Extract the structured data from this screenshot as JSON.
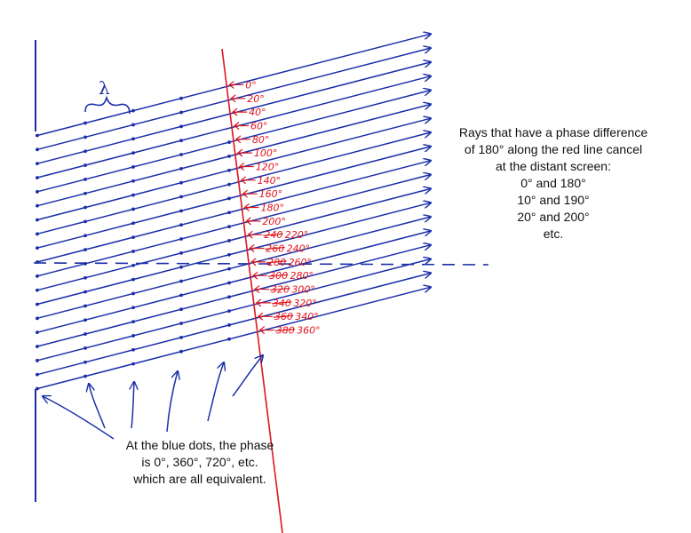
{
  "colors": {
    "rays": "#1a2fa8",
    "red_line": "#e0141c",
    "text": "#111111"
  },
  "wavelength_label": "λ",
  "phase_labels": [
    {
      "value": "0°"
    },
    {
      "value": "20°"
    },
    {
      "value": "40°"
    },
    {
      "value": "60°"
    },
    {
      "value": "80°"
    },
    {
      "value": "100°"
    },
    {
      "value": "120°"
    },
    {
      "value": "140°"
    },
    {
      "value": "160°"
    },
    {
      "value": "180°"
    },
    {
      "value": "200°"
    },
    {
      "struck": "240",
      "value": "220°"
    },
    {
      "struck": "260",
      "value": "240°"
    },
    {
      "struck": "280",
      "value": "260°"
    },
    {
      "struck": "300",
      "value": "280°"
    },
    {
      "struck": "320",
      "value": "300°"
    },
    {
      "struck": "340",
      "value": "320°"
    },
    {
      "struck": "360",
      "value": "340°"
    },
    {
      "struck": "380",
      "value": "360°"
    }
  ],
  "note_right": {
    "lines": [
      "Rays that have a phase difference",
      "of 180° along the red line cancel",
      "at the distant screen:",
      "0° and 180°",
      "10° and 190°",
      "20° and 200°",
      "etc."
    ]
  },
  "note_bottom": {
    "lines": [
      "At the blue dots, the phase",
      "is 0°, 360°, 720°, etc.",
      "which are all equivalent."
    ]
  }
}
